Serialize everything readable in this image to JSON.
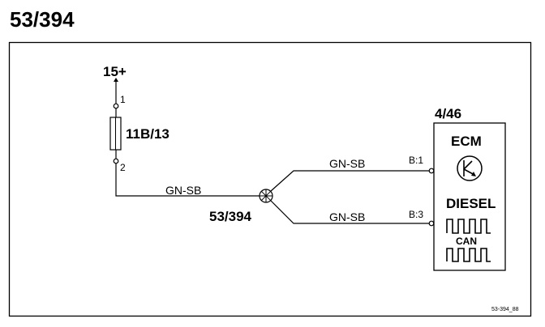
{
  "page_title": "53/394",
  "supply": {
    "label": "15+",
    "fuse_pin_top": "1",
    "fuse_pin_bottom": "2",
    "fuse_label": "11B/13"
  },
  "wires": {
    "feed": "GN-SB",
    "upper": "GN-SB",
    "lower": "GN-SB"
  },
  "splice": {
    "label": "53/394"
  },
  "ecm": {
    "ref": "4/46",
    "name": "ECM",
    "type": "DIESEL",
    "bus": "CAN",
    "pin_upper": "B:1",
    "pin_lower": "B:3"
  },
  "footer": {
    "drawing_ref": "53-394_88"
  },
  "colors": {
    "line": "#000000",
    "background": "#ffffff"
  }
}
